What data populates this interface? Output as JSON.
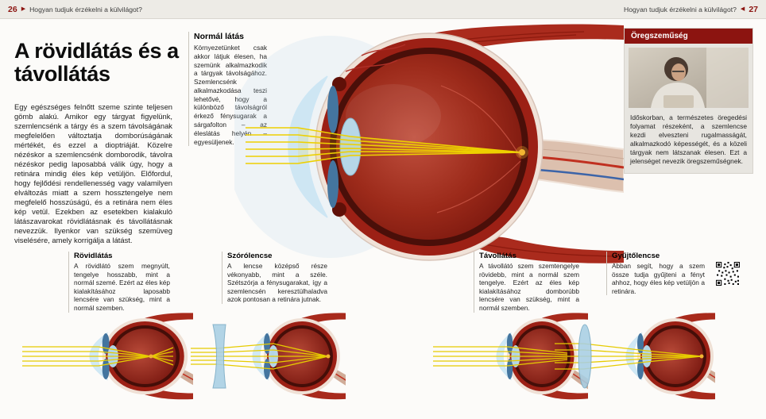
{
  "header": {
    "left_page": "26",
    "right_page": "27",
    "title": "Hogyan tudjuk érzékelni a külvilágot?",
    "forward_arrow": "▶",
    "back_arrow": "◀"
  },
  "article": {
    "title": "A rövidlátás és a távollátás",
    "intro": "Egy egészséges felnőtt szeme szinte teljesen gömb alakú. Amikor egy tárgyat figyelünk, szemlencsénk a tárgy és a szem távolságának megfelelően változtatja domborúságának mértékét, és ezzel a dioptriáját. Közelre nézéskor a szemlencsénk domborodik, távolra nézéskor pedig laposabbá válik úgy, hogy a retinára mindig éles kép vetüljön. Előfordul, hogy fejlődési rendellenesség vagy valamilyen elváltozás miatt a szem hossztengelye nem megfelelő hosszúságú, és a retinára nem éles kép vetül. Ezekben az esetekben kialakuló látászavarokat rövidlátásnak és távollátásnak nevezzük. Ilyenkor van szükség szemüveg viselésére, amely korrigálja a látást."
  },
  "normal_vision": {
    "heading": "Normál látás",
    "body": "Környezetünket csak akkor látjuk élesen, ha szemünk alkalmazkodik a tárgyak távolságához. Szemlencsénk alkalmazkodása teszi lehetővé, hogy a különböző távolságról érkező fénysugarak a sárgafolton – az éleslátás helyén – egyesüljenek."
  },
  "presbyopia": {
    "heading": "Öregszeműség",
    "body": "Időskorban, a természetes öregedési folyamat részeként, a szemlencse kezdi elveszteni rugalmasságát, alkalmazkodó képességét, és a közeli tárgyak nem látszanak élesen. Ezt a jelenséget nevezik öregszeműségnek."
  },
  "sections": [
    {
      "heading": "Rövidlátás",
      "body": "A rövidlátó szem megnyúlt, tengelye hosszabb, mint a normál szemé. Ezért az éles kép kialakításához laposabb lencsére van szükség, mint a normál szemben."
    },
    {
      "heading": "Szórólencse",
      "body": "A lencse középső része vékonyabb, mint a széle. Szétszórja a fénysugarakat, így a szemlencsén keresztülhaladva azok pontosan a retinára jutnak."
    },
    {
      "heading": "Távollátás",
      "body": "A távollátó szem szemtengelye rövidebb, mint a normál szem tengelye. Ezért az éles kép kialakításához domborúbb lencsére van szükség, mint a normál szemben."
    },
    {
      "heading": "Gyűjtőlencse",
      "body": "Abban segít, hogy a szem össze tudja gyűjteni a fényt ahhoz, hogy éles kép vetüljön a retinára."
    }
  ],
  "colors": {
    "accent_red": "#8c1410",
    "ray_yellow": "#e6cb00",
    "lens_blue": "#a8cfe4"
  }
}
